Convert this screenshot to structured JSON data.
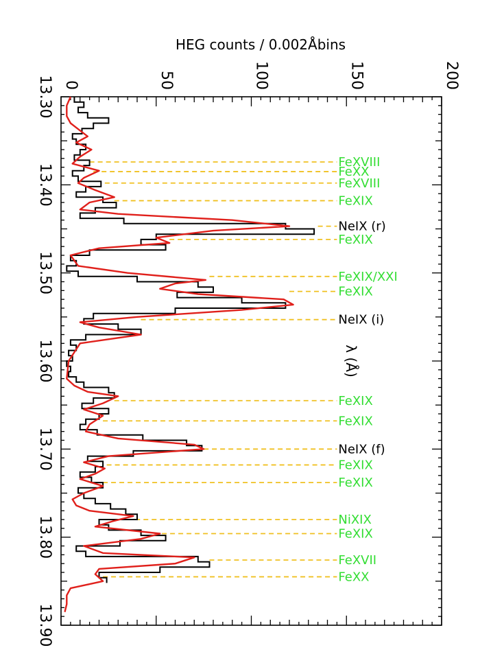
{
  "chart_data": {
    "type": "line",
    "orientation": "rotated-90",
    "xlabel": "λ (Å)",
    "ylabel": "HEG counts / 0.002Åbins",
    "xlim": [
      13.3,
      13.9
    ],
    "ylim": [
      0,
      200
    ],
    "x_ticks": [
      "13.30",
      "13.40",
      "13.50",
      "13.60",
      "13.70",
      "13.80",
      "13.90"
    ],
    "y_ticks": [
      "0",
      "50",
      "100",
      "150",
      "200"
    ],
    "grid": false,
    "series": [
      {
        "style": "histogram",
        "color": "#000000",
        "x": [
          13.3,
          13.306,
          13.312,
          13.318,
          13.324,
          13.33,
          13.336,
          13.342,
          13.348,
          13.354,
          13.36,
          13.366,
          13.372,
          13.378,
          13.384,
          13.39,
          13.396,
          13.402,
          13.408,
          13.414,
          13.42,
          13.426,
          13.432,
          13.438,
          13.444,
          13.45,
          13.456,
          13.462,
          13.468,
          13.474,
          13.48,
          13.486,
          13.492,
          13.498,
          13.504,
          13.51,
          13.516,
          13.522,
          13.528,
          13.534,
          13.54,
          13.546,
          13.552,
          13.558,
          13.564,
          13.57,
          13.576,
          13.582,
          13.588,
          13.594,
          13.6,
          13.606,
          13.612,
          13.618,
          13.624,
          13.63,
          13.636,
          13.642,
          13.648,
          13.654,
          13.66,
          13.666,
          13.672,
          13.678,
          13.684,
          13.69,
          13.696,
          13.702,
          13.708,
          13.714,
          13.72,
          13.726,
          13.732,
          13.738,
          13.744,
          13.75,
          13.756,
          13.762,
          13.768,
          13.774,
          13.78,
          13.786,
          13.792,
          13.798,
          13.804,
          13.81,
          13.816,
          13.822,
          13.828,
          13.834,
          13.84,
          13.846
        ],
        "y": [
          7,
          12,
          9,
          14,
          25,
          17,
          11,
          6,
          8,
          13,
          10,
          7,
          15,
          12,
          6,
          9,
          21,
          13,
          8,
          22,
          29,
          18,
          10,
          33,
          118,
          133,
          50,
          42,
          55,
          15,
          5,
          8,
          3,
          9,
          40,
          72,
          80,
          61,
          95,
          118,
          60,
          17,
          12,
          30,
          42,
          13,
          5,
          8,
          4,
          6,
          3,
          5,
          4,
          8,
          12,
          25,
          28,
          17,
          11,
          25,
          20,
          13,
          10,
          19,
          43,
          66,
          74,
          38,
          14,
          22,
          18,
          10,
          16,
          22,
          9,
          12,
          18,
          26,
          34,
          40,
          20,
          25,
          42,
          55,
          31,
          8,
          13,
          72,
          78,
          52,
          20,
          24
        ]
      },
      {
        "style": "line",
        "color": "#e0201b",
        "x": [
          13.3,
          13.31,
          13.322,
          13.33,
          13.335,
          13.345,
          13.352,
          13.36,
          13.368,
          13.376,
          13.384,
          13.392,
          13.398,
          13.406,
          13.414,
          13.42,
          13.428,
          13.433,
          13.44,
          13.447,
          13.452,
          13.46,
          13.466,
          13.472,
          13.48,
          13.492,
          13.5,
          13.508,
          13.512,
          13.518,
          13.524,
          13.53,
          13.536,
          13.542,
          13.55,
          13.556,
          13.562,
          13.57,
          13.58,
          13.6,
          13.62,
          13.628,
          13.635,
          13.64,
          13.648,
          13.655,
          13.662,
          13.672,
          13.68,
          13.688,
          13.695,
          13.7,
          13.708,
          13.715,
          13.722,
          13.728,
          13.734,
          13.742,
          13.75,
          13.757,
          13.764,
          13.77,
          13.776,
          13.782,
          13.788,
          13.796,
          13.802,
          13.81,
          13.818,
          13.823,
          13.83,
          13.836,
          13.842,
          13.85,
          13.858,
          13.866,
          13.876,
          13.885
        ],
        "y": [
          5,
          3,
          3,
          5,
          8,
          14,
          8,
          16,
          10,
          6,
          20,
          12,
          9,
          18,
          28,
          15,
          10,
          30,
          90,
          120,
          80,
          50,
          57,
          20,
          5,
          9,
          35,
          76,
          60,
          52,
          72,
          117,
          122,
          95,
          40,
          10,
          20,
          42,
          10,
          4,
          3,
          7,
          14,
          30,
          22,
          12,
          22,
          15,
          13,
          30,
          70,
          75,
          25,
          12,
          23,
          18,
          10,
          22,
          12,
          6,
          8,
          15,
          38,
          27,
          18,
          52,
          42,
          12,
          22,
          70,
          60,
          20,
          18,
          22,
          5,
          3,
          3,
          2
        ]
      }
    ],
    "line_markers": [
      {
        "label": "FeXVIII",
        "x": 13.374,
        "y": 15,
        "color": "#33dd33"
      },
      {
        "label": "FeXX",
        "x": 13.385,
        "y": 17,
        "color": "#33dd33"
      },
      {
        "label": "FeXVIII",
        "x": 13.398,
        "y": 23,
        "color": "#33dd33"
      },
      {
        "label": "FeXIX",
        "x": 13.418,
        "y": 28,
        "color": "#33dd33"
      },
      {
        "label": "NeIX (r)",
        "x": 13.447,
        "y": 135,
        "color": "#000000"
      },
      {
        "label": "FeXIX",
        "x": 13.462,
        "y": 57,
        "color": "#33dd33"
      },
      {
        "label": "FeXIX/XXI",
        "x": 13.504,
        "y": 78,
        "color": "#33dd33"
      },
      {
        "label": "FeXIX",
        "x": 13.521,
        "y": 120,
        "color": "#33dd33"
      },
      {
        "label": "NeIX (i)",
        "x": 13.553,
        "y": 42,
        "color": "#000000"
      },
      {
        "label": "FeXIX",
        "x": 13.645,
        "y": 28,
        "color": "#33dd33"
      },
      {
        "label": "FeXIX",
        "x": 13.668,
        "y": 22,
        "color": "#33dd33"
      },
      {
        "label": "NeIX (f)",
        "x": 13.7,
        "y": 75,
        "color": "#000000"
      },
      {
        "label": "FeXIX",
        "x": 13.718,
        "y": 24,
        "color": "#33dd33"
      },
      {
        "label": "FeXIX",
        "x": 13.738,
        "y": 22,
        "color": "#33dd33"
      },
      {
        "label": "NiXIX",
        "x": 13.78,
        "y": 39,
        "color": "#33dd33"
      },
      {
        "label": "FeXIX",
        "x": 13.796,
        "y": 53,
        "color": "#33dd33"
      },
      {
        "label": "FeXVII",
        "x": 13.826,
        "y": 78,
        "color": "#33dd33"
      },
      {
        "label": "FeXX",
        "x": 13.845,
        "y": 22,
        "color": "#33dd33"
      }
    ],
    "marker_line_color": "#f0c020"
  }
}
